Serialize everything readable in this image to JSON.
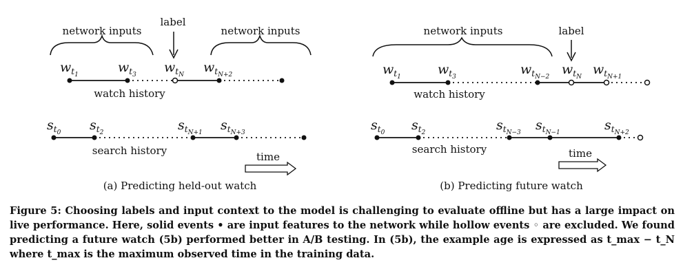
{
  "panel_a": {
    "top_left_brace_label": "network inputs",
    "top_right_brace_label": "network inputs",
    "label_text": "label",
    "watch_history_label": "watch history",
    "search_history_label": "search history",
    "time_label": "time",
    "caption": "(a) Predicting held-out watch",
    "watch_nodes": [
      {
        "var": "w",
        "sub": "t",
        "subsub": "1",
        "filled": true
      },
      {
        "var": "w",
        "sub": "t",
        "subsub": "3",
        "filled": true
      },
      {
        "var": "w",
        "sub": "t",
        "subsub": "N",
        "filled": false
      },
      {
        "var": "w",
        "sub": "t",
        "subsub": "N+2",
        "filled": true
      },
      {
        "var": "",
        "sub": "",
        "subsub": "",
        "filled": true
      }
    ],
    "search_nodes": [
      {
        "var": "s",
        "sub": "t",
        "subsub": "0",
        "filled": true
      },
      {
        "var": "s",
        "sub": "t",
        "subsub": "2",
        "filled": true
      },
      {
        "var": "s",
        "sub": "t",
        "subsub": "N+1",
        "filled": true
      },
      {
        "var": "s",
        "sub": "t",
        "subsub": "N+3",
        "filled": true
      },
      {
        "var": "",
        "sub": "",
        "subsub": "",
        "filled": true
      }
    ]
  },
  "panel_b": {
    "brace_label": "network inputs",
    "label_text": "label",
    "watch_history_label": "watch history",
    "search_history_label": "search history",
    "time_label": "time",
    "caption": "(b) Predicting future watch",
    "watch_nodes": [
      {
        "var": "w",
        "sub": "t",
        "subsub": "1",
        "filled": true
      },
      {
        "var": "w",
        "sub": "t",
        "subsub": "3",
        "filled": true
      },
      {
        "var": "w",
        "sub": "t",
        "subsub": "N−2",
        "filled": true
      },
      {
        "var": "w",
        "sub": "t",
        "subsub": "N",
        "filled": false
      },
      {
        "var": "w",
        "sub": "t",
        "subsub": "N+1",
        "filled": false
      },
      {
        "var": "",
        "sub": "",
        "subsub": "",
        "filled": false
      }
    ],
    "search_nodes": [
      {
        "var": "s",
        "sub": "t",
        "subsub": "0",
        "filled": true
      },
      {
        "var": "s",
        "sub": "t",
        "subsub": "2",
        "filled": true
      },
      {
        "var": "s",
        "sub": "t",
        "subsub": "N−3",
        "filled": true
      },
      {
        "var": "s",
        "sub": "t",
        "subsub": "N−1",
        "filled": true
      },
      {
        "var": "s",
        "sub": "t",
        "subsub": "N+2",
        "filled": true
      },
      {
        "var": "",
        "sub": "",
        "subsub": "",
        "filled": false
      }
    ]
  },
  "figure_caption": "Figure 5: Choosing labels and input context to the model is challenging to evaluate offline but has a large impact on live performance. Here, solid events • are input features to the network while hollow events ◦ are excluded. We found predicting a future watch (5b) performed better in A/B testing. In (5b), the example age is expressed as t_max − t_N where t_max is the maximum observed time in the training data.",
  "colors": {
    "ink": "#111111",
    "background": "#ffffff"
  }
}
